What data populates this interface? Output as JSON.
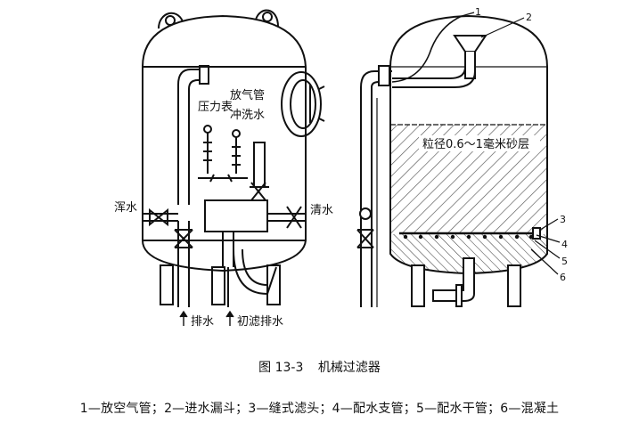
{
  "left_labels": {
    "vent_pipe": "放气管",
    "pressure_gauge": "压力表",
    "flush_water": "冲洗水",
    "raw_water": "浑水",
    "clear_water": "清水",
    "drain": "排水",
    "initial_drain": "初滤排水"
  },
  "right_labels": {
    "sand_layer": "粒径0.6～1毫米砂层",
    "n1": "1",
    "n2": "2",
    "n3": "3",
    "n4": "4",
    "n5": "5",
    "n6": "6"
  },
  "caption": {
    "number": "图 13-3",
    "title": "机械过滤器",
    "legend": "1—放空气管；2—进水漏斗；3—缝式滤头；4—配水支管；5—配水干管；6—混凝土"
  }
}
